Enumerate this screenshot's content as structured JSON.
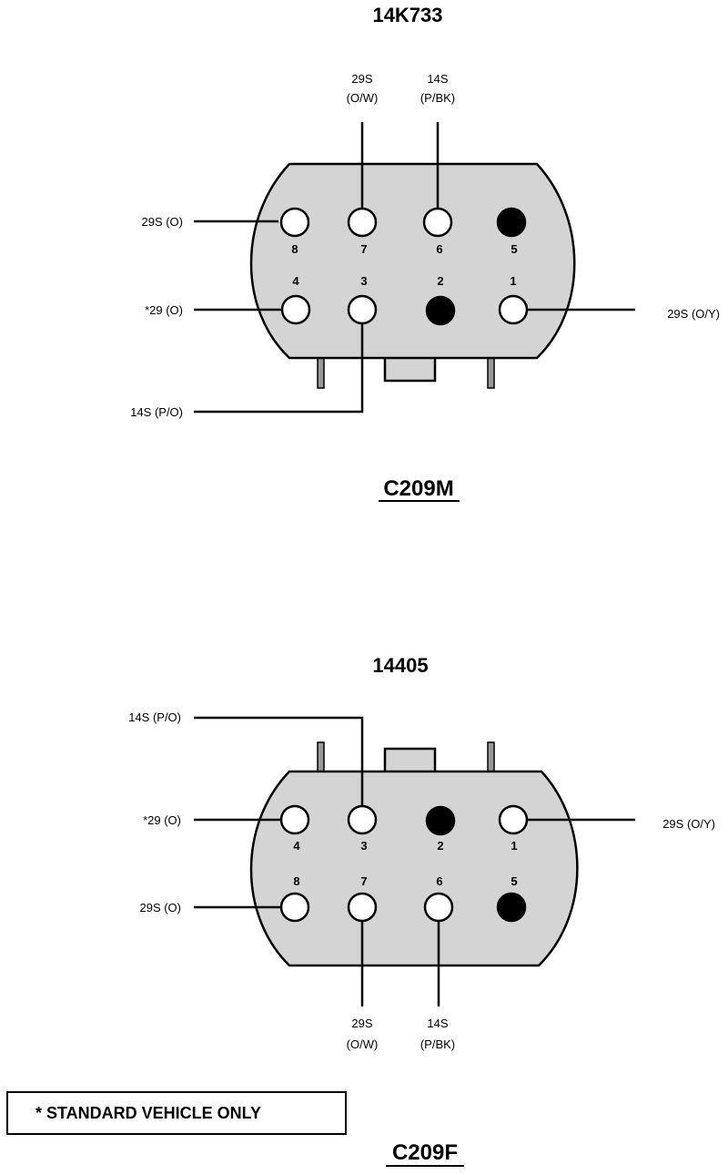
{
  "colors": {
    "housing_fill": "#d4d4d4",
    "line": "#000000",
    "blocked_pin": "#000000",
    "open_pin": "#ffffff"
  },
  "connector_top": {
    "part_number": "14K733",
    "name": "C209M",
    "pins": [
      {
        "num": "8",
        "blocked": false
      },
      {
        "num": "7",
        "blocked": false
      },
      {
        "num": "6",
        "blocked": false
      },
      {
        "num": "5",
        "blocked": true
      },
      {
        "num": "4",
        "blocked": false
      },
      {
        "num": "3",
        "blocked": false
      },
      {
        "num": "2",
        "blocked": true
      },
      {
        "num": "1",
        "blocked": false
      }
    ],
    "wires": {
      "pin8": "29S (O)",
      "pin7_a": "29S",
      "pin7_b": "(O/W)",
      "pin6_a": "14S",
      "pin6_b": "(P/BK)",
      "pin4": "*29 (O)",
      "pin3": "14S (P/O)",
      "pin1": "29S (O/Y)"
    }
  },
  "connector_bottom": {
    "part_number": "14405",
    "name": "C209F",
    "pins": [
      {
        "num": "4",
        "blocked": false
      },
      {
        "num": "3",
        "blocked": false
      },
      {
        "num": "2",
        "blocked": true
      },
      {
        "num": "1",
        "blocked": false
      },
      {
        "num": "8",
        "blocked": false
      },
      {
        "num": "7",
        "blocked": false
      },
      {
        "num": "6",
        "blocked": false
      },
      {
        "num": "5",
        "blocked": true
      }
    ],
    "wires": {
      "pin3": "14S (P/O)",
      "pin4": "*29 (O)",
      "pin1": "29S (O/Y)",
      "pin8": "29S (O)",
      "pin7_a": "29S",
      "pin7_b": "(O/W)",
      "pin6_a": "14S",
      "pin6_b": "(P/BK)"
    }
  },
  "note": "*  STANDARD VEHICLE ONLY"
}
